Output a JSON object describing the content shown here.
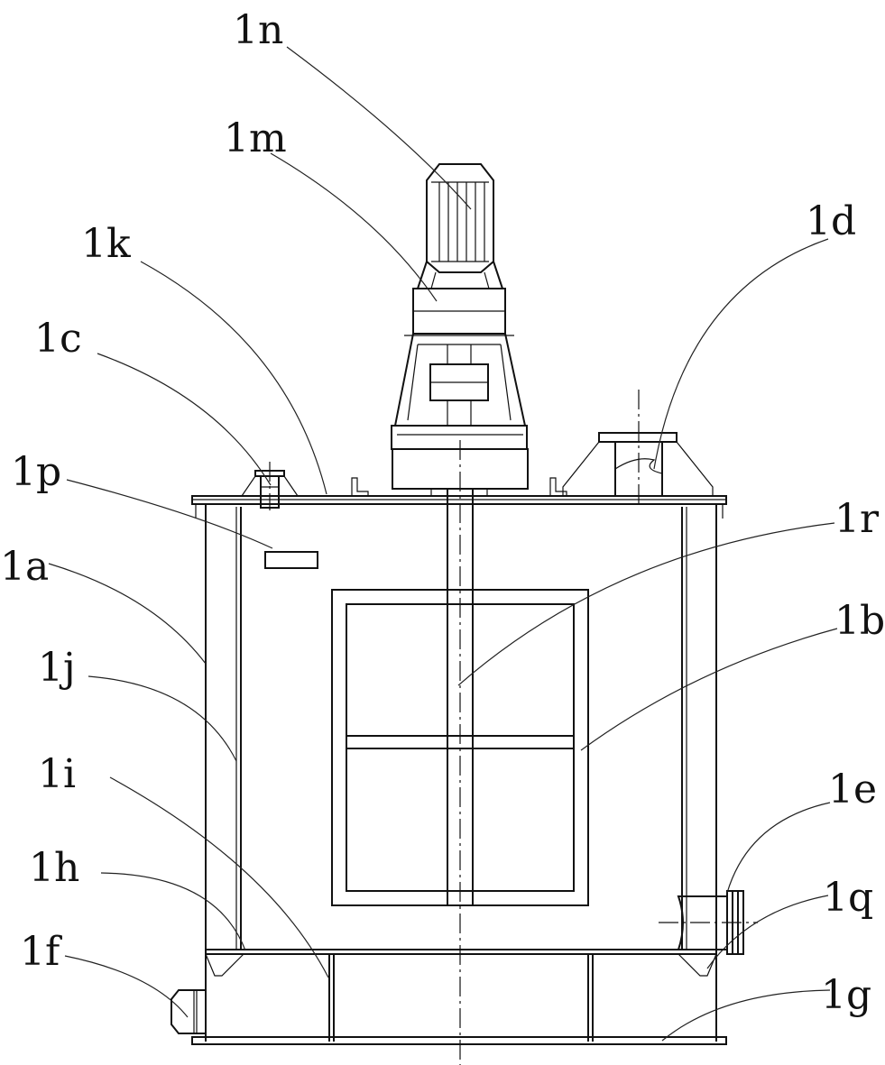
{
  "labels": {
    "n": "1n",
    "m": "1m",
    "k": "1k",
    "d": "1d",
    "c": "1c",
    "p": "1p",
    "r": "1r",
    "a": "1a",
    "b": "1b",
    "j": "1j",
    "i": "1i",
    "e": "1e",
    "h": "1h",
    "q": "1q",
    "f": "1f",
    "g": "1g"
  }
}
